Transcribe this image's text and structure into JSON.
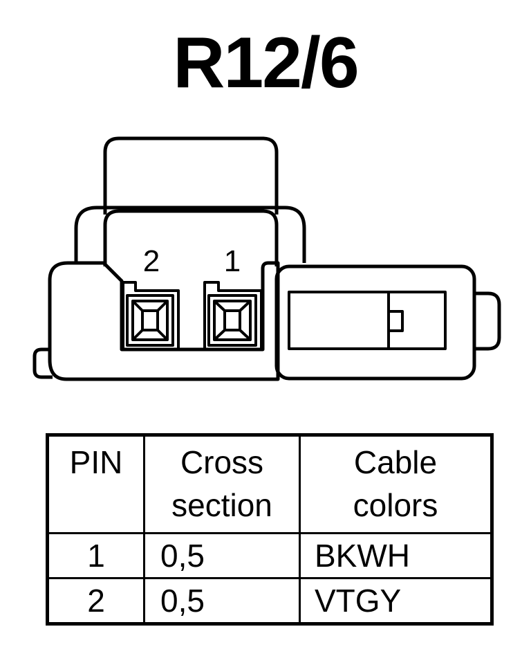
{
  "title": "R12/6",
  "connector": {
    "pin_labels": [
      "2",
      "1"
    ]
  },
  "table": {
    "headers": {
      "pin": "PIN",
      "cross_section": [
        "Cross",
        "section"
      ],
      "cable_colors": [
        "Cable",
        "colors"
      ]
    },
    "rows": [
      {
        "pin": "1",
        "cross_section": "0,5",
        "cable_color": "BKWH"
      },
      {
        "pin": "2",
        "cross_section": "0,5",
        "cable_color": "VTGY"
      }
    ]
  }
}
